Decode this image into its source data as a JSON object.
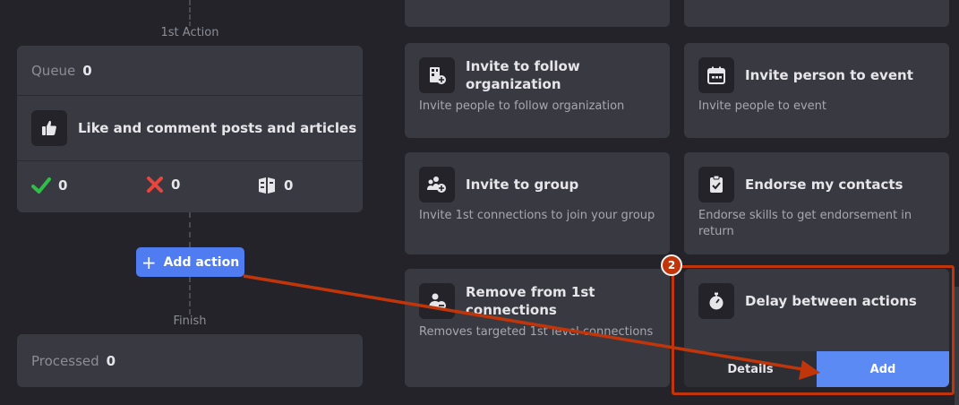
{
  "left": {
    "first_action_label": "1st Action",
    "queue_label": "Queue",
    "queue_value": "0",
    "action_title": "Like and comment posts and articles",
    "stats": {
      "success": "0",
      "failed": "0",
      "other": "0"
    },
    "add_action_label": "Add action",
    "finish_label": "Finish",
    "processed_label": "Processed",
    "processed_value": "0"
  },
  "actions": [
    {
      "title": "Invite to follow organization",
      "desc": "Invite people to follow organization",
      "icon": "organization-plus-icon"
    },
    {
      "title": "Invite person to event",
      "desc": "Invite people to event",
      "icon": "calendar-icon"
    },
    {
      "title": "Invite to group",
      "desc": "Invite 1st connections to join your group",
      "icon": "group-plus-icon"
    },
    {
      "title": "Endorse my contacts",
      "desc": "Endorse skills to get endorsement in return",
      "icon": "clipboard-check-icon"
    },
    {
      "title": "Remove from 1st connections",
      "desc": "Removes targeted 1st level connections",
      "icon": "person-remove-icon"
    },
    {
      "title": "Delay between actions",
      "desc": "",
      "icon": "stopwatch-icon"
    }
  ],
  "delay_card": {
    "details_label": "Details",
    "add_label": "Add"
  },
  "annotation": {
    "step_number": "2",
    "color": "#c1350a"
  }
}
